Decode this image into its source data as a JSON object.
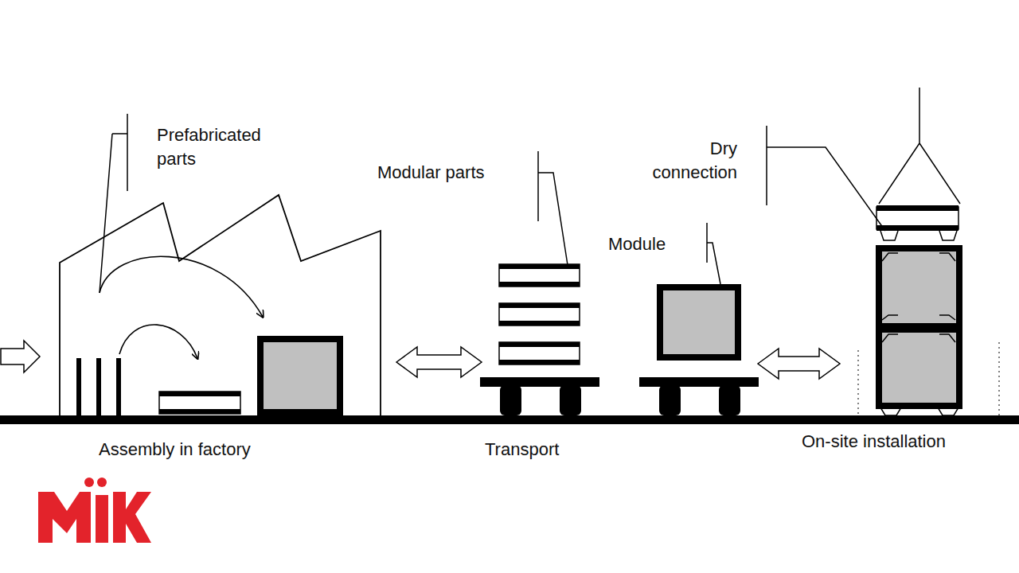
{
  "diagram": {
    "nodes": [
      {
        "text": [
          "Assembly in factory"
        ]
      },
      {
        "text": [
          "Transport"
        ]
      },
      {
        "text": [
          "On-site installation"
        ]
      }
    ],
    "edges": [
      {
        "from": 0,
        "to": 1,
        "arrow": "both"
      },
      {
        "from": 1,
        "to": 2,
        "arrow": "both"
      }
    ],
    "labels": [
      "Prefabricated parts",
      "Modular parts",
      "Dry connection",
      "Module"
    ]
  }
}
